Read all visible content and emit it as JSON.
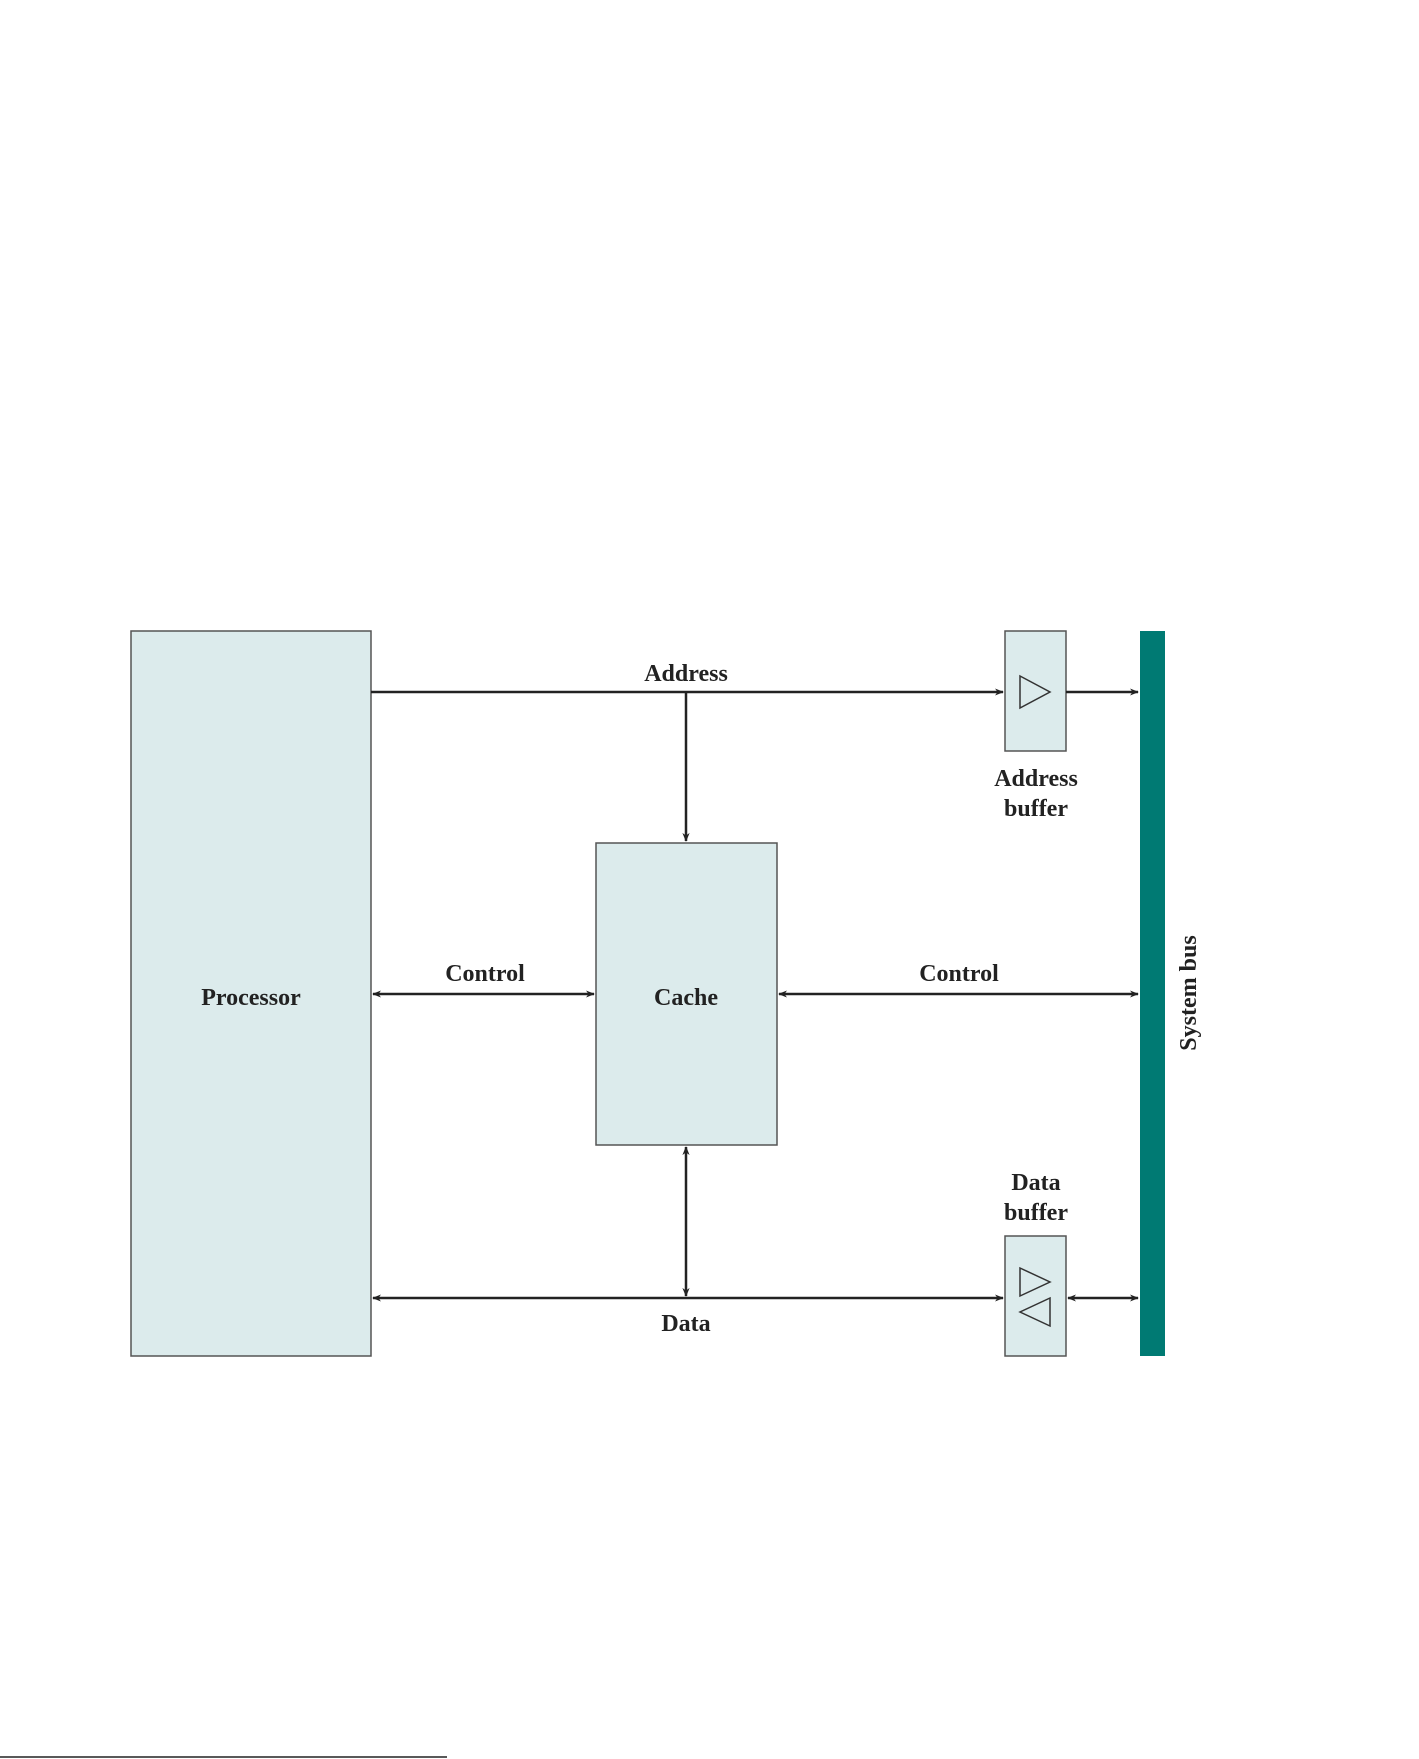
{
  "diagram": {
    "blocks": {
      "processor": "Processor",
      "cache": "Cache",
      "address_buffer": [
        "Address",
        "buffer"
      ],
      "data_buffer": [
        "Data",
        "buffer"
      ],
      "system_bus": "System bus"
    },
    "lines": {
      "address": "Address",
      "control_left": "Control",
      "control_right": "Control",
      "data": "Data"
    },
    "colors": {
      "block_fill": "#dcebec",
      "system_bus": "#007a73",
      "line": "#222222"
    }
  }
}
